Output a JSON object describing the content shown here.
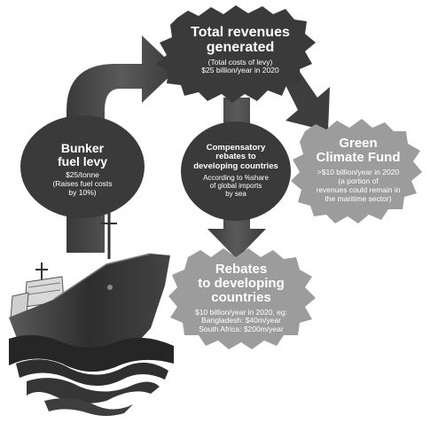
{
  "nodes": {
    "total_revenues": {
      "title_line1": "Total revenues",
      "title_line2": "generated",
      "detail_line1": "(Total costs of levy)",
      "detail_line2": "$25 billion/year in 2020"
    },
    "bunker_fuel_levy": {
      "title_line1": "Bunker",
      "title_line2": "fuel levy",
      "detail_line1": "$25/tonne",
      "detail_line2": "(Raises fuel costs",
      "detail_line3": "by 10%)"
    },
    "compensatory_rebates": {
      "title_line1": "Compensatory",
      "title_line2": "rebates to",
      "title_line3": "developing countries",
      "detail_line1": "According to %share",
      "detail_line2": "of global imports",
      "detail_line3": "by sea"
    },
    "green_climate_fund": {
      "title_line1": "Green",
      "title_line2": "Climate Fund",
      "detail_line1": ">$10 billion/year in 2020",
      "detail_line2": "(a portion of",
      "detail_line3": "revenues could remain in",
      "detail_line4": "the maritime sector)"
    },
    "rebates_developing": {
      "title_line1": "Rebates",
      "title_line2": "to developing",
      "title_line3": "countries",
      "detail_line1": "$10 billion/year in 2020, eg:",
      "detail_line2": "Bangladesh: $40m/year",
      "detail_line3": "South Africa: $200m/year"
    }
  },
  "colors": {
    "dark_node": "#3a3a3a",
    "light_node": "#9c9c9c",
    "arrow": "#454545",
    "ship_hull": "#2f2f2f",
    "water": "#222222"
  }
}
